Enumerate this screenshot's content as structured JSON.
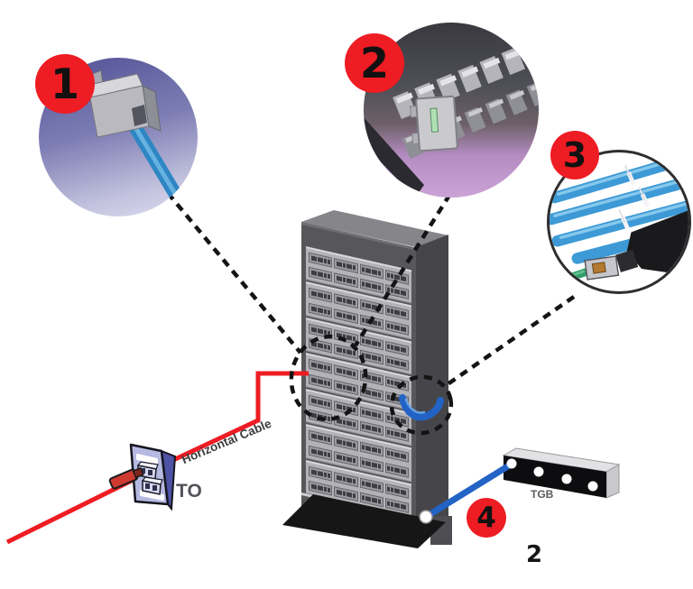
{
  "figure": {
    "type": "installation-diagram",
    "page_number": "2",
    "labels": {
      "horizontal_cable": "Horizontal Cable",
      "telecom_outlet": "TO",
      "grounding_busbar": "TGB"
    },
    "callouts": [
      {
        "number": "1",
        "image": "shielded-keystone-jack-with-blue-cable-photo"
      },
      {
        "number": "2",
        "image": "patch-panel-jack-modules-closeup-photo"
      },
      {
        "number": "3",
        "image": "blue-cable-bundle-with-zip-ties-and-connector-photo"
      },
      {
        "number": "4",
        "image": "bonding-conductor-from-rack-to-busbar"
      }
    ],
    "rack": {
      "patch_panels": 7,
      "rows_per_panel": 2,
      "groups_per_row": 4,
      "ports_per_group": 6
    },
    "colors": {
      "horizontal_cable": "#ee1c23",
      "bonding_cable": "#2363c5",
      "badge": "#ee1c23",
      "pointer_line": "#141414"
    }
  }
}
